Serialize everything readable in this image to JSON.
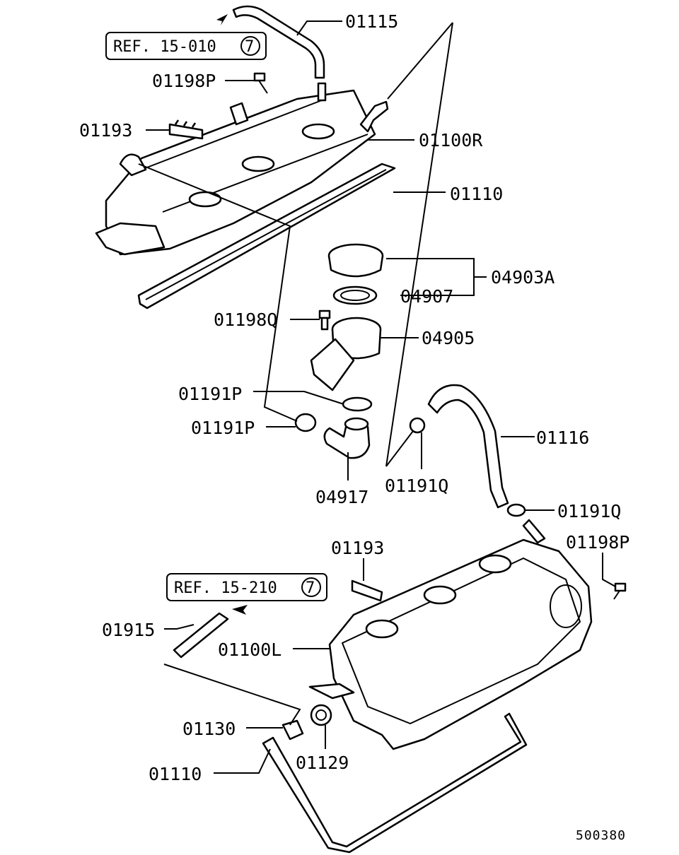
{
  "refs": [
    {
      "label": "REF. 15-010",
      "circle": "7"
    },
    {
      "label": "REF. 15-210",
      "circle": "7"
    }
  ],
  "labels": {
    "p01115": "01115",
    "p01198P_top": "01198P",
    "p01193_top": "01193",
    "p01100R": "01100R",
    "p01110_top": "01110",
    "p04903A": "04903A",
    "p04907": "04907",
    "p01198Q": "01198Q",
    "p04905": "04905",
    "p01191P_a": "01191P",
    "p01191P_b": "01191P",
    "p01116": "01116",
    "p04917": "04917",
    "p01191Q_a": "01191Q",
    "p01191Q_b": "01191Q",
    "p01193_bot": "01193",
    "p01198P_bot": "01198P",
    "p01915": "01915",
    "p01100L": "01100L",
    "p01130": "01130",
    "p01129": "01129",
    "p01110_bot": "01110"
  },
  "diagram_code": "500380"
}
